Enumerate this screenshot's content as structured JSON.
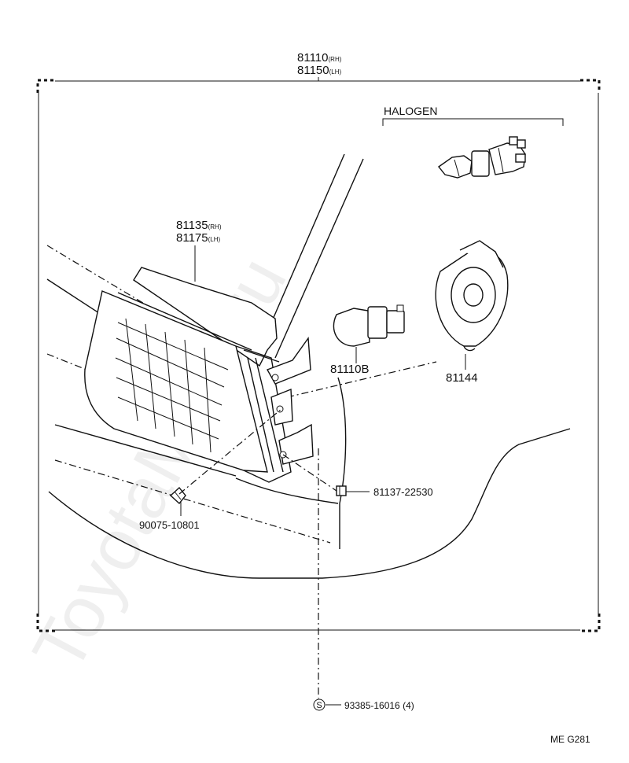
{
  "parts": {
    "assembly": {
      "number": "81110",
      "suffix": "(RH)",
      "number_alt": "81150",
      "suffix_alt": "(LH)"
    },
    "halogen": {
      "label": "HALOGEN"
    },
    "unit": {
      "number": "81135",
      "suffix": "(RH)",
      "number_alt": "81175",
      "suffix_alt": "(LH)"
    },
    "bulb": {
      "number": "81110B"
    },
    "socket_cover": {
      "number": "81144"
    },
    "clip": {
      "number": "81137-22530"
    },
    "screw": {
      "number": "90075-10801"
    },
    "bolt": {
      "number": "93385-16016",
      "qty": "(4)",
      "symbol": "S"
    }
  },
  "diagram_code": "ME G281",
  "watermark": "ToyotaMine.ru"
}
